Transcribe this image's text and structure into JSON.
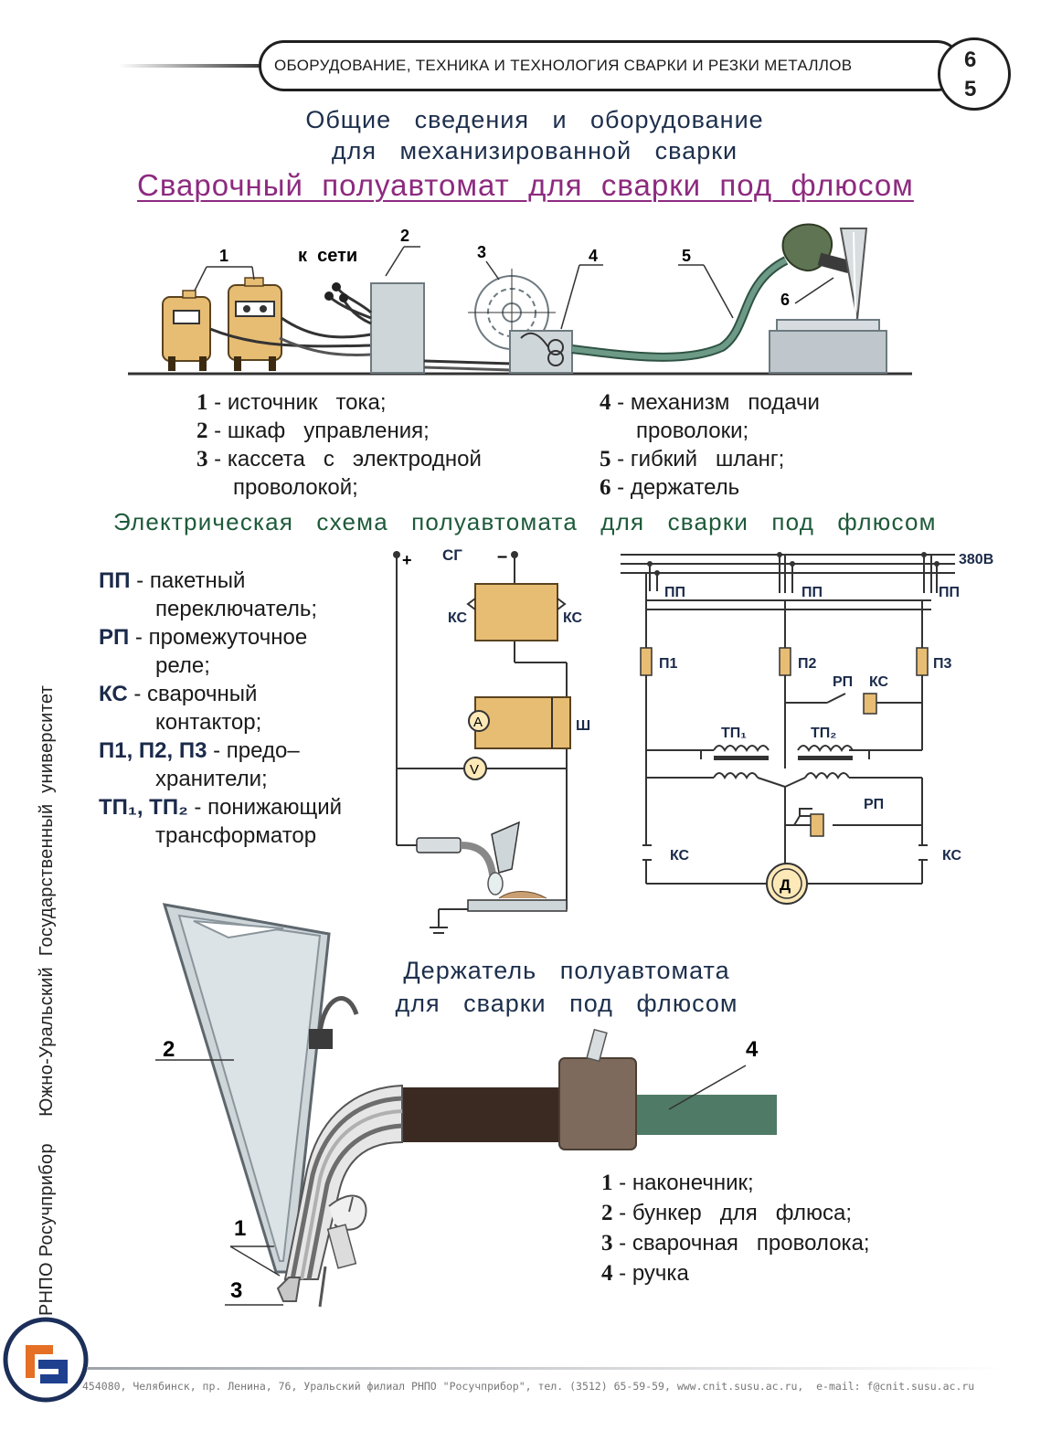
{
  "header": {
    "banner": "ОБОРУДОВАНИЕ, ТЕХНИКА  И ТЕХНОЛОГИЯ СВАРКИ И РЕЗКИ МЕТАЛЛОВ",
    "page_digit_1": "6",
    "page_digit_2": "5"
  },
  "titles": {
    "general_line1": "Общие   сведения   и   оборудование",
    "general_line2": "для   механизированной   сварки",
    "main": "Сварочный  полуавтомат  для  сварки  под  флюсом"
  },
  "equipment_diagram": {
    "labels": {
      "n1": "1",
      "n2": "2",
      "n3": "3",
      "n4": "4",
      "n5": "5",
      "n6": "6",
      "k_seti": "к  сети"
    }
  },
  "equipment_legend": {
    "items": [
      {
        "num": "1",
        "text": " - источник   тока;"
      },
      {
        "num": "2",
        "text": " - шкаф   управления;"
      },
      {
        "num": "3",
        "text": " - кассета   с   электродной"
      },
      {
        "num": "",
        "text": "проволокой;"
      },
      {
        "num": "4",
        "text": " - механизм   подачи"
      },
      {
        "num": "",
        "text": "проволоки;"
      },
      {
        "num": "5",
        "text": " - гибкий   шланг;"
      },
      {
        "num": "6",
        "text": " - держатель"
      }
    ]
  },
  "electric_section": {
    "title": "Электрическая   схема   полуавтомата   для   сварки   под   флюсом",
    "abbreviations": [
      {
        "abbr": "ПП",
        "text": " - пакетный"
      },
      {
        "abbr": "",
        "text": "переключатель;"
      },
      {
        "abbr": "РП",
        "text": " - промежуточное"
      },
      {
        "abbr": "",
        "text": "реле;"
      },
      {
        "abbr": "КС",
        "text": " - сварочный"
      },
      {
        "abbr": "",
        "text": "контактор;"
      },
      {
        "abbr": "П1, П2, П3",
        "text": " - предо–"
      },
      {
        "abbr": "",
        "text": "хранители;"
      },
      {
        "abbr": "ТП₁, ТП₂",
        "text": " - понижающий"
      },
      {
        "abbr": "",
        "text": "трансформатор"
      }
    ],
    "circuit_left": {
      "plus": "+",
      "minus": "–",
      "sg": "СГ",
      "ks_left": "КС",
      "ks_right": "КС",
      "ammeter": "A",
      "shunt": "Ш",
      "voltmeter": "V"
    },
    "circuit_right": {
      "voltage": "380В",
      "pp1": "ПП",
      "pp2": "ПП",
      "pp3": "ПП",
      "p1": "П1",
      "p2": "П2",
      "p3": "П3",
      "rp_top": "РП",
      "ks_top": "КС",
      "tp1": "ТП₁",
      "tp2": "ТП₂",
      "rp_bottom": "РП",
      "ks_left": "КС",
      "ks_right": "КС",
      "motor": "Д"
    }
  },
  "holder_section": {
    "title_line1": "Держатель   полуавтомата",
    "title_line2": "для   сварки   под   флюсом",
    "callouts": {
      "c1": "1",
      "c2": "2",
      "c3": "3",
      "c4": "4"
    },
    "legend": [
      {
        "num": "1",
        "text": " - наконечник;"
      },
      {
        "num": "2",
        "text": " - бункер   для   флюса;"
      },
      {
        "num": "3",
        "text": " - сварочная   проволока;"
      },
      {
        "num": "4",
        "text": " - ручка"
      }
    ]
  },
  "sidebar": {
    "text": "РНПО Росучприбор     Южно-Уральский  Государственный  университет"
  },
  "footer": {
    "text": "454080, Челябинск, пр. Ленина, 76, Уральский филиал РНПО \"Росучприбор\", тел. (3512) 65-59-59, www.cnit.susu.ac.ru,  e-mail: f@cnit.susu.ac.ru"
  },
  "colors": {
    "title_blue": "#1d2f4c",
    "main_title_purple": "#8d2a7f",
    "section_green": "#1e5a3a",
    "equipment_tan": "#e7bd74",
    "hose_green": "#4f7a66",
    "hopper_grey": "#cfd6da"
  }
}
